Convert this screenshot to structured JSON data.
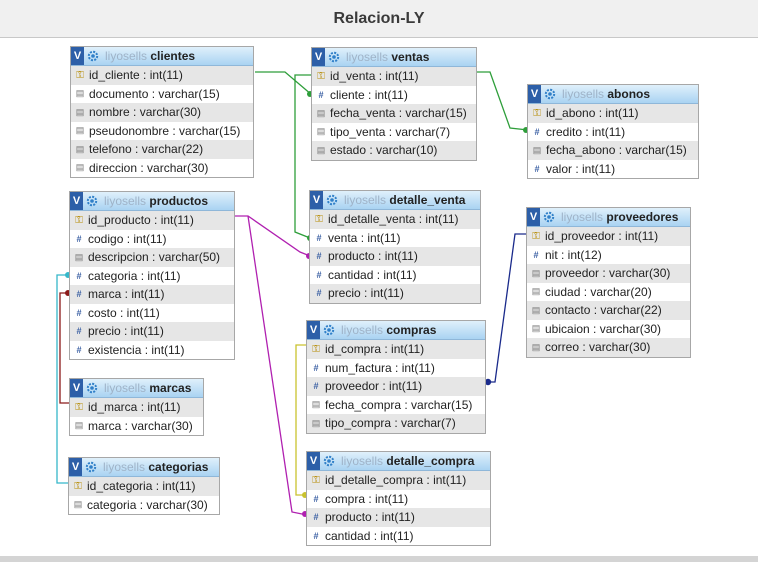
{
  "window": {
    "title": "Relacion-LY"
  },
  "schema": "liyosells",
  "icons": {
    "pk": "key-icon",
    "int": "hash-icon",
    "varchar": "text-icon",
    "table": "gear-icon"
  },
  "tables": {
    "clientes": {
      "name": "clientes",
      "fields": [
        {
          "text": "id_cliente : int(11)",
          "kind": "pk"
        },
        {
          "text": "documento : varchar(15)",
          "kind": "txt"
        },
        {
          "text": "nombre : varchar(30)",
          "kind": "txt"
        },
        {
          "text": "pseudonombre : varchar(15)",
          "kind": "txt"
        },
        {
          "text": "telefono : varchar(22)",
          "kind": "txt"
        },
        {
          "text": "direccion : varchar(30)",
          "kind": "txt"
        }
      ]
    },
    "ventas": {
      "name": "ventas",
      "fields": [
        {
          "text": "id_venta : int(11)",
          "kind": "pk"
        },
        {
          "text": "cliente : int(11)",
          "kind": "num"
        },
        {
          "text": "fecha_venta : varchar(15)",
          "kind": "txt"
        },
        {
          "text": "tipo_venta : varchar(7)",
          "kind": "txt"
        },
        {
          "text": "estado : varchar(10)",
          "kind": "txt"
        }
      ]
    },
    "abonos": {
      "name": "abonos",
      "fields": [
        {
          "text": "id_abono : int(11)",
          "kind": "pk"
        },
        {
          "text": "credito : int(11)",
          "kind": "num"
        },
        {
          "text": "fecha_abono : varchar(15)",
          "kind": "txt"
        },
        {
          "text": "valor : int(11)",
          "kind": "num"
        }
      ]
    },
    "productos": {
      "name": "productos",
      "fields": [
        {
          "text": "id_producto : int(11)",
          "kind": "pk"
        },
        {
          "text": "codigo : int(11)",
          "kind": "num"
        },
        {
          "text": "descripcion : varchar(50)",
          "kind": "txt"
        },
        {
          "text": "categoria : int(11)",
          "kind": "num"
        },
        {
          "text": "marca : int(11)",
          "kind": "num"
        },
        {
          "text": "costo : int(11)",
          "kind": "num"
        },
        {
          "text": "precio : int(11)",
          "kind": "num"
        },
        {
          "text": "existencia : int(11)",
          "kind": "num"
        }
      ]
    },
    "detalle_venta": {
      "name": "detalle_venta",
      "fields": [
        {
          "text": "id_detalle_venta : int(11)",
          "kind": "pk"
        },
        {
          "text": "venta : int(11)",
          "kind": "num"
        },
        {
          "text": "producto : int(11)",
          "kind": "num"
        },
        {
          "text": "cantidad : int(11)",
          "kind": "num"
        },
        {
          "text": "precio : int(11)",
          "kind": "num"
        }
      ]
    },
    "proveedores": {
      "name": "proveedores",
      "fields": [
        {
          "text": "id_proveedor : int(11)",
          "kind": "pk"
        },
        {
          "text": "nit : int(12)",
          "kind": "num"
        },
        {
          "text": "proveedor : varchar(30)",
          "kind": "txt"
        },
        {
          "text": "ciudad : varchar(20)",
          "kind": "txt"
        },
        {
          "text": "contacto : varchar(22)",
          "kind": "txt"
        },
        {
          "text": "ubicaion : varchar(30)",
          "kind": "txt"
        },
        {
          "text": "correo : varchar(30)",
          "kind": "txt"
        }
      ]
    },
    "compras": {
      "name": "compras",
      "fields": [
        {
          "text": "id_compra : int(11)",
          "kind": "pk"
        },
        {
          "text": "num_factura : int(11)",
          "kind": "num"
        },
        {
          "text": "proveedor : int(11)",
          "kind": "num"
        },
        {
          "text": "fecha_compra : varchar(15)",
          "kind": "txt"
        },
        {
          "text": "tipo_compra : varchar(7)",
          "kind": "txt"
        }
      ]
    },
    "marcas": {
      "name": "marcas",
      "fields": [
        {
          "text": "id_marca : int(11)",
          "kind": "pk"
        },
        {
          "text": "marca : varchar(30)",
          "kind": "txt"
        }
      ]
    },
    "categorias": {
      "name": "categorias",
      "fields": [
        {
          "text": "id_categoria : int(11)",
          "kind": "pk"
        },
        {
          "text": "categoria : varchar(30)",
          "kind": "txt"
        }
      ]
    },
    "detalle_compra": {
      "name": "detalle_compra",
      "fields": [
        {
          "text": "id_detalle_compra : int(11)",
          "kind": "pk"
        },
        {
          "text": "compra : int(11)",
          "kind": "num"
        },
        {
          "text": "producto : int(11)",
          "kind": "num"
        },
        {
          "text": "cantidad : int(11)",
          "kind": "num"
        }
      ]
    }
  },
  "relations": [
    {
      "from": "ventas.cliente",
      "to": "clientes.id_cliente",
      "color": "#2e9e3a"
    },
    {
      "from": "abonos.credito",
      "to": "ventas.id_venta",
      "color": "#2e9e3a"
    },
    {
      "from": "detalle_venta.venta",
      "to": "ventas.id_venta",
      "color": "#2e9e3a"
    },
    {
      "from": "detalle_venta.producto",
      "to": "productos.id_producto",
      "color": "#b020b0"
    },
    {
      "from": "detalle_compra.producto",
      "to": "productos.id_producto",
      "color": "#b020b0"
    },
    {
      "from": "productos.marca",
      "to": "marcas.id_marca",
      "color": "#8b1a1a"
    },
    {
      "from": "productos.categoria",
      "to": "categorias.id_categoria",
      "color": "#35b7c9"
    },
    {
      "from": "compras.proveedor",
      "to": "proveedores.id_proveedor",
      "color": "#1a2a8b"
    },
    {
      "from": "detalle_compra.compra",
      "to": "compras.id_compra",
      "color": "#c9c22e"
    }
  ]
}
